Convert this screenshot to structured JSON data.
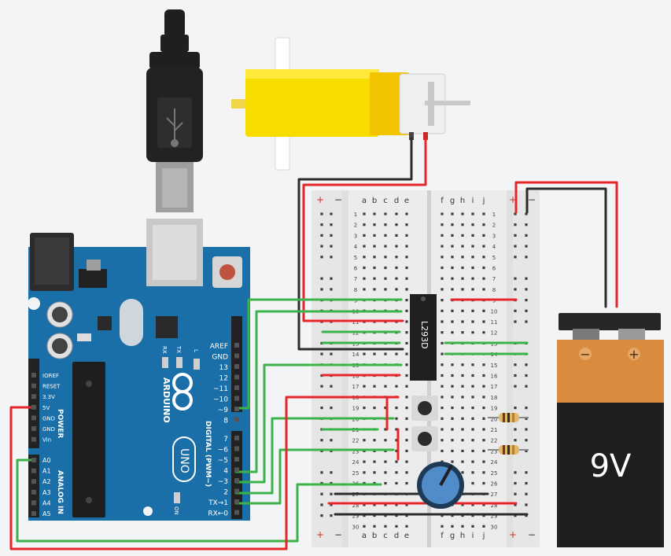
{
  "arduino": {
    "brand": "ARDUINO",
    "model": "UNO",
    "on_label": "ON",
    "tx_label": "TX",
    "rx_label": "RX",
    "l_label": "L",
    "digital_header": "DIGITAL (PWM~)",
    "power_header": "POWER",
    "analog_header": "ANALOG IN",
    "digital_pins": [
      "AREF",
      "GND",
      "13",
      "12",
      "~11",
      "~10",
      "~9",
      "8",
      "7",
      "~6",
      "~5",
      "4",
      "~3",
      "2",
      "TX→1",
      "RX←0"
    ],
    "power_pins": [
      "IOREF",
      "RESET",
      "3.3V",
      "5V",
      "GND",
      "GND",
      "Vin"
    ],
    "analog_pins": [
      "A0",
      "A1",
      "A2",
      "A3",
      "A4",
      "A5"
    ]
  },
  "breadboard": {
    "columns_left": [
      "a",
      "b",
      "c",
      "d",
      "e"
    ],
    "columns_right": [
      "f",
      "g",
      "h",
      "i",
      "j"
    ],
    "rows": [
      "1",
      "2",
      "3",
      "4",
      "5",
      "6",
      "7",
      "8",
      "9",
      "10",
      "11",
      "12",
      "13",
      "14",
      "15",
      "16",
      "17",
      "18",
      "19",
      "20",
      "21",
      "22",
      "23",
      "24",
      "25",
      "26",
      "27",
      "28",
      "29",
      "30"
    ],
    "plus": "+",
    "minus": "−"
  },
  "chip_label": "L293D",
  "battery": {
    "voltage": "9V",
    "plus": "+",
    "minus": "−"
  },
  "colors": {
    "wire_red": "#e8262a",
    "wire_green": "#3cb34a",
    "wire_black": "#2b2b2b",
    "board": "#1b6fa8",
    "battery_top": "#d98c3e"
  }
}
